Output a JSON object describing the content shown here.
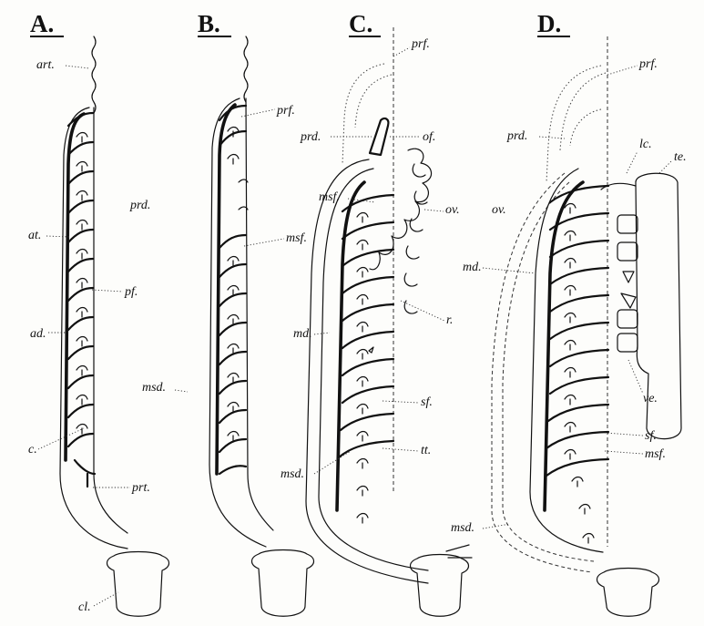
{
  "figure": {
    "panels": [
      {
        "id": "A",
        "title": "A.",
        "labels": [
          "art.",
          "prd.",
          "at.",
          "pf.",
          "ad.",
          "msd.",
          "c.",
          "prt.",
          "cl."
        ]
      },
      {
        "id": "B",
        "title": "B.",
        "labels": [
          "prf.",
          "msf."
        ]
      },
      {
        "id": "C",
        "title": "C.",
        "labels": [
          "prf.",
          "prd.",
          "of.",
          "msf.",
          "ov.",
          "md.",
          "r.",
          "sf.",
          "tt.",
          "msd."
        ]
      },
      {
        "id": "D",
        "title": "D.",
        "labels": [
          "prf.",
          "prd.",
          "lc.",
          "te.",
          "ov.",
          "md.",
          "ve.",
          "sf.",
          "msf.",
          "msd."
        ]
      }
    ]
  },
  "colors": {
    "ink": "#111111",
    "paper": "#fdfdfb"
  }
}
